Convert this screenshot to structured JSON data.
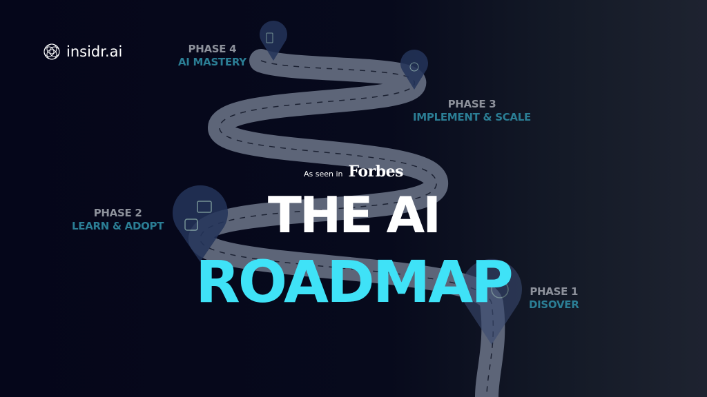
{
  "brand": {
    "name": "insidr.ai"
  },
  "phases": [
    {
      "number": "PHASE 4",
      "title": "AI MASTERY"
    },
    {
      "number": "PHASE 3",
      "title": "IMPLEMENT & SCALE"
    },
    {
      "number": "PHASE 2",
      "title": "LEARN & ADOPT"
    },
    {
      "number": "PHASE 1",
      "title": "DISOVER"
    }
  ],
  "featured": {
    "label": "As seen in",
    "publication": "Forbes"
  },
  "headline": {
    "line1": "THE AI",
    "line2": "ROADMAP"
  },
  "colors": {
    "accent": "#3fe2f7",
    "phase_title": "#2b7e95",
    "phase_number": "#8d919b",
    "road": "#5d6578",
    "pin": "#24345a"
  }
}
